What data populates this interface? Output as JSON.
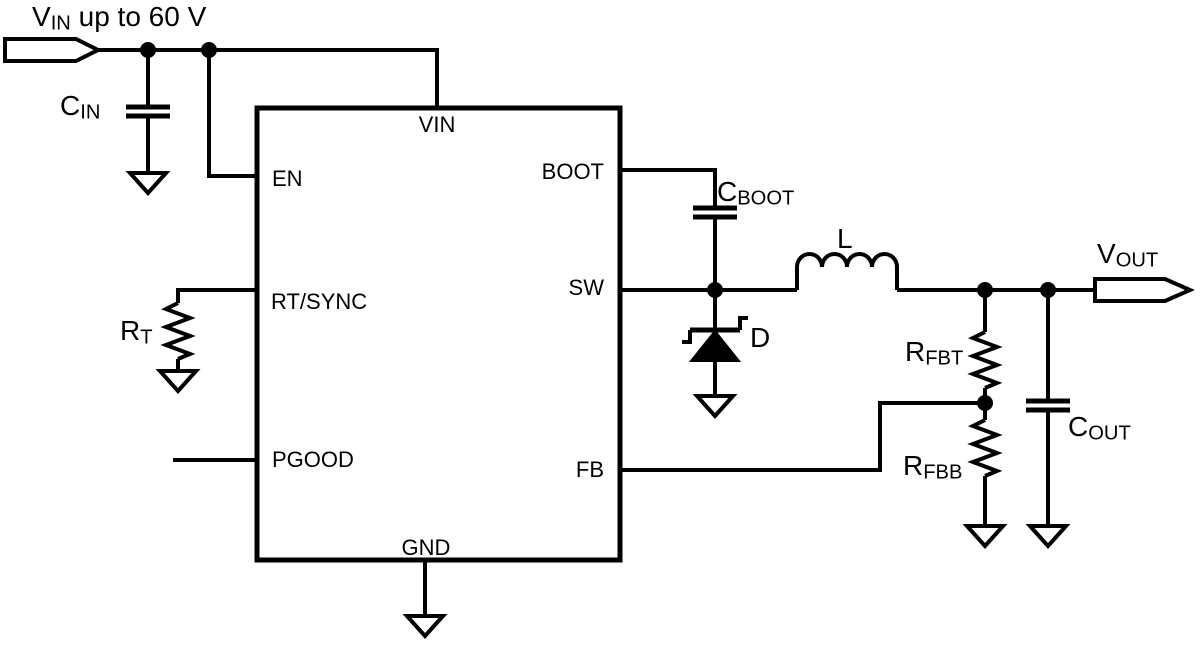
{
  "colors": {
    "ink": "#000000",
    "background": "#ffffff"
  },
  "input": {
    "label": {
      "base": "V",
      "sub": "IN",
      "suffix": " up to 60 V"
    }
  },
  "output": {
    "label": {
      "base": "V",
      "sub": "OUT",
      "suffix": ""
    }
  },
  "ic": {
    "pins": {
      "vin": "VIN",
      "en": "EN",
      "rt_sync": "RT/SYNC",
      "pgood": "PGOOD",
      "boot": "BOOT",
      "sw": "SW",
      "fb": "FB",
      "gnd": "GND"
    }
  },
  "components": {
    "cin": {
      "base": "C",
      "sub": "IN"
    },
    "rt": {
      "base": "R",
      "sub": "T"
    },
    "cboot": {
      "base": "C",
      "sub": "BOOT"
    },
    "inductor": {
      "base": "L",
      "sub": ""
    },
    "diode": {
      "base": "D",
      "sub": ""
    },
    "rfbt": {
      "base": "R",
      "sub": "FBT"
    },
    "rfbb": {
      "base": "R",
      "sub": "FBB"
    },
    "cout": {
      "base": "C",
      "sub": "OUT"
    }
  }
}
